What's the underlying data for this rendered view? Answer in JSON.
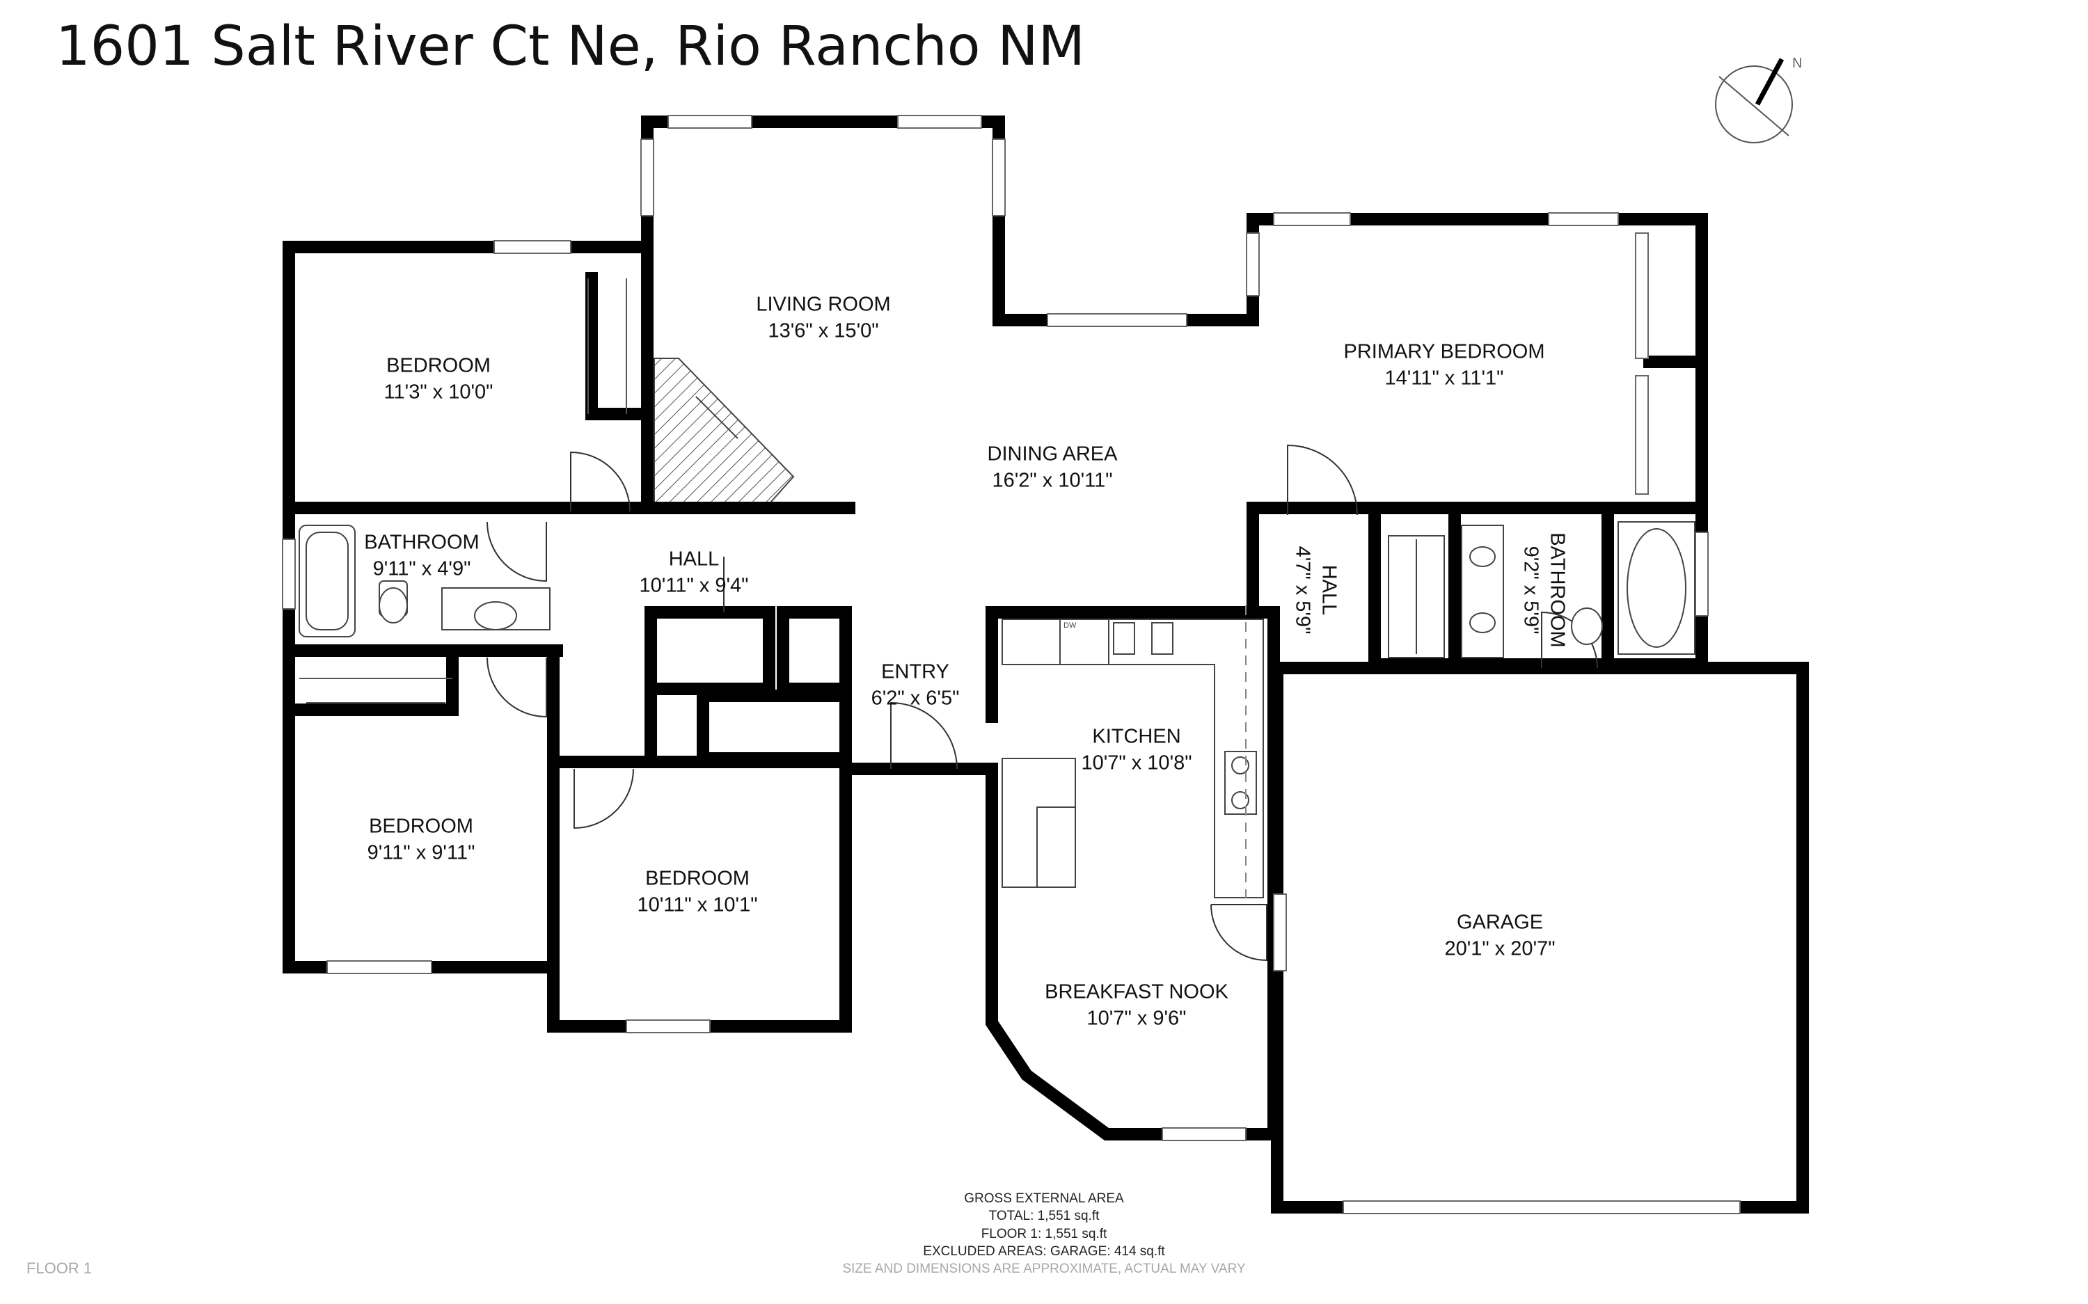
{
  "title": "1601 Salt River Ct Ne, Rio Rancho NM",
  "compass": {
    "label": "N"
  },
  "rooms": {
    "living_room": {
      "name": "LIVING ROOM",
      "dims": "13'6\" x 15'0\""
    },
    "dining_area": {
      "name": "DINING AREA",
      "dims": "16'2\" x 10'11\""
    },
    "primary_bedroom": {
      "name": "PRIMARY BEDROOM",
      "dims": "14'11\" x 11'1\""
    },
    "bedroom_nw": {
      "name": "BEDROOM",
      "dims": "11'3\" x 10'0\""
    },
    "bathroom_w": {
      "name": "BATHROOM",
      "dims": "9'11\" x 4'9\""
    },
    "hall_main": {
      "name": "HALL",
      "dims": "10'11\" x 9'4\""
    },
    "entry": {
      "name": "ENTRY",
      "dims": "6'2\" x 6'5\""
    },
    "hall_east": {
      "name": "HALL",
      "dims": "4'7\" x 5'9\""
    },
    "bathroom_e": {
      "name": "BATHROOM",
      "dims": "9'2\" x 5'9\""
    },
    "kitchen": {
      "name": "KITCHEN",
      "dims": "10'7\" x 10'8\""
    },
    "bedroom_sw": {
      "name": "BEDROOM",
      "dims": "9'11\" x 9'11\""
    },
    "bedroom_s": {
      "name": "BEDROOM",
      "dims": "10'11\" x 10'1\""
    },
    "garage": {
      "name": "GARAGE",
      "dims": "20'1\" x 20'7\""
    },
    "breakfast_nook": {
      "name": "BREAKFAST NOOK",
      "dims": "10'7\" x 9'6\""
    }
  },
  "fixtures": {
    "dishwasher": "DW"
  },
  "area_summary": {
    "heading": "GROSS EXTERNAL AREA",
    "total": "TOTAL: 1,551 sq.ft",
    "floor1": "FLOOR 1: 1,551 sq.ft",
    "excluded": "EXCLUDED AREAS: GARAGE: 414 sq.ft",
    "disclaimer": "SIZE AND DIMENSIONS ARE APPROXIMATE, ACTUAL MAY VARY"
  },
  "floor_label": "FLOOR 1",
  "colors": {
    "wall": "#000000",
    "window": "#ffffff",
    "background": "#ffffff",
    "muted_text": "#a8a8a8"
  }
}
